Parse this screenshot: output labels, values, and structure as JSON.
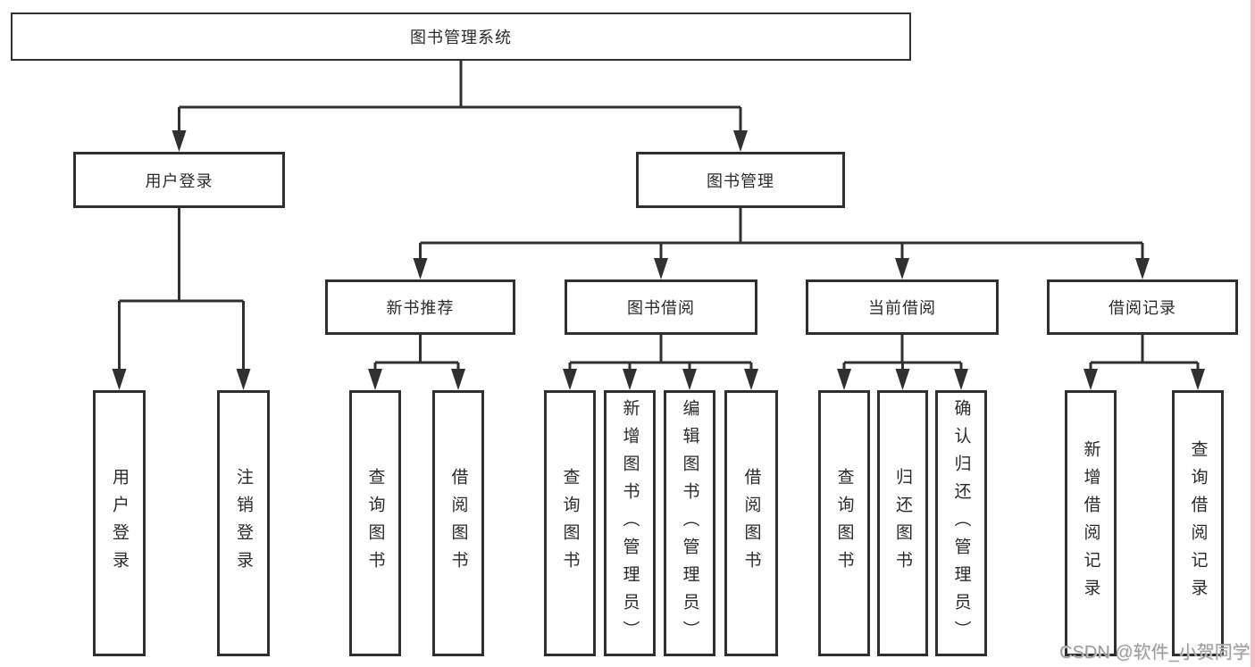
{
  "nodes": {
    "root": "图书管理系统",
    "userLogin": "用户登录",
    "bookMgmt": "图书管理",
    "newBook": "新书推荐",
    "bookBorrow": "图书借阅",
    "currentBorrow": "当前借阅",
    "borrowRecord": "借阅记录",
    "leafUserLogin": "用户登录",
    "leafLogout": "注销登录",
    "leafNbQuery": "查询图书",
    "leafNbBorrow": "借阅图书",
    "leafBbQuery": "查询图书",
    "leafBbAdd": "新增图书（管理员）",
    "leafBbEdit": "编辑图书（管理员）",
    "leafBbBorrow": "借阅图书",
    "leafCbQuery": "查询图书",
    "leafCbReturn": "归还图书",
    "leafCbConfirm": "确认归还（管理员）",
    "leafBrAdd": "新增借阅记录",
    "leafBrQuery": "查询借阅记录"
  },
  "watermark": {
    "text": "CSDN @软件_小贺同学",
    "color": "#9e9e9e"
  },
  "colors": {
    "line": "#303030",
    "box_border": "#2f2f2f",
    "text": "#2b2b2b",
    "background": "#ffffff",
    "edge_strip": "#f6bdc4"
  }
}
